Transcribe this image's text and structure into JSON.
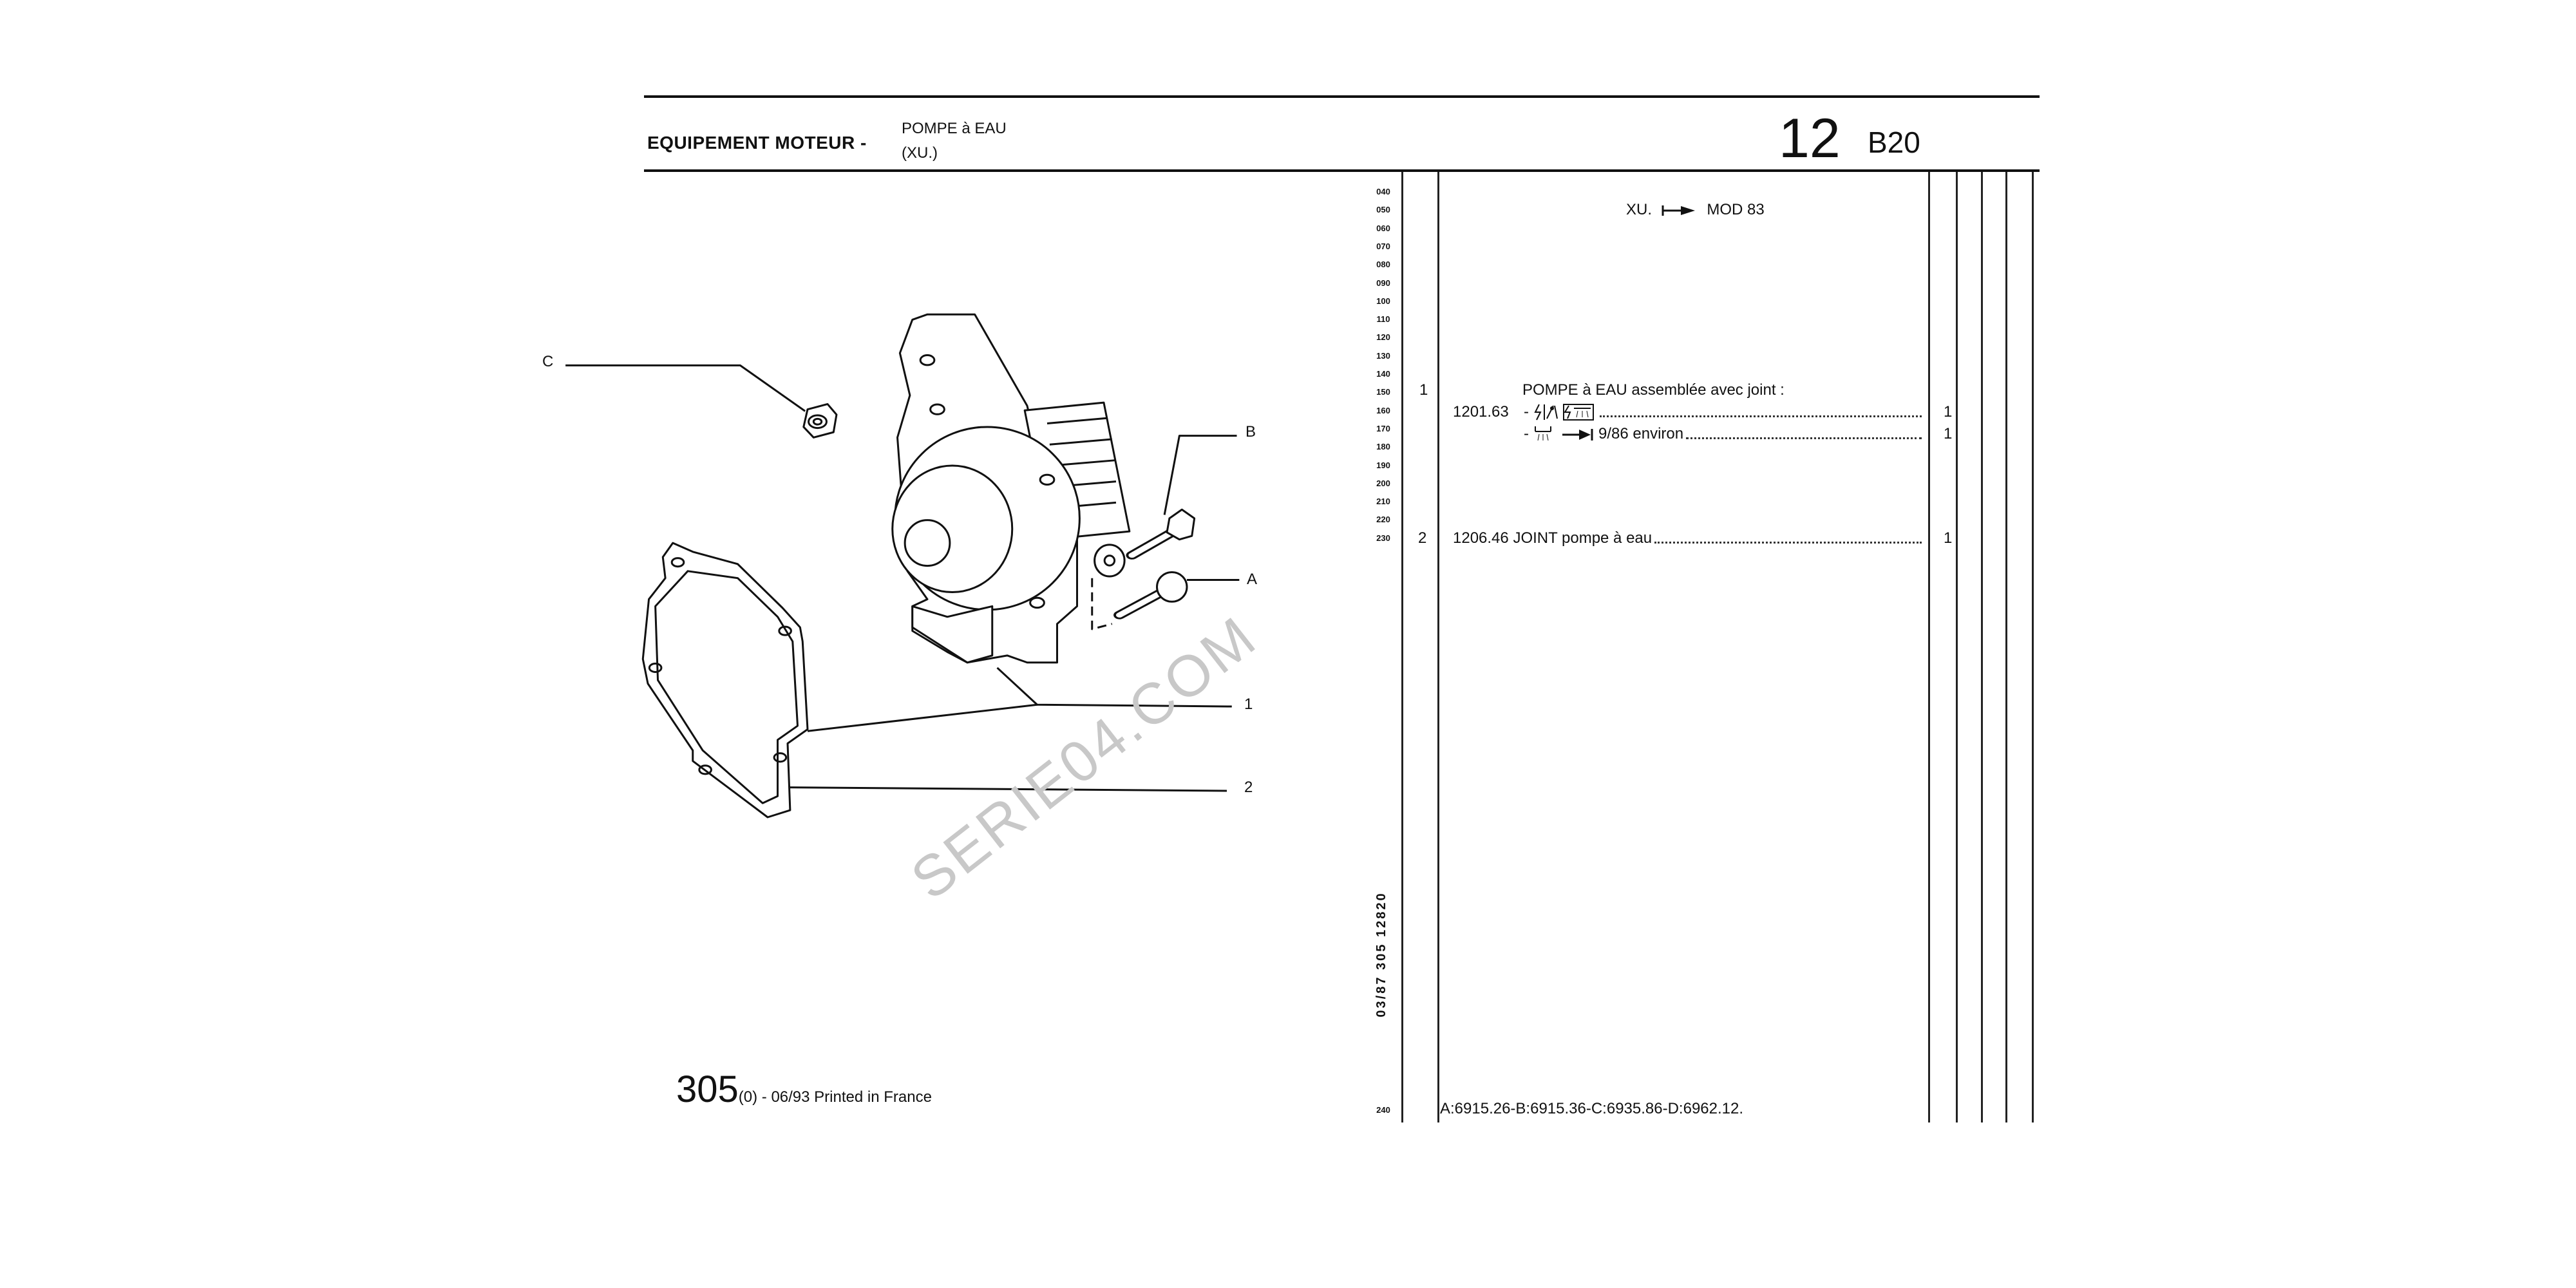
{
  "header": {
    "section": "EQUIPEMENT MOTEUR -",
    "subtitle_line1": "POMPE à EAU",
    "subtitle_line2": "(XU.)",
    "group_number": "12",
    "page_code": "B20"
  },
  "row_numbers": [
    "040",
    "050",
    "060",
    "070",
    "080",
    "090",
    "100",
    "110",
    "120",
    "130",
    "140",
    "150",
    "160",
    "170",
    "180",
    "190",
    "200",
    "210",
    "220",
    "230"
  ],
  "row_number_last": "240",
  "applicability": {
    "left": "XU.",
    "right": "MOD 83",
    "icon": "from-arrow-icon"
  },
  "items": [
    {
      "ref": "1",
      "title": "POMPE à EAU assemblée avec joint :",
      "part_number": "1201.63",
      "variants": [
        {
          "prefix": "-",
          "icons": [
            "lightning-icon",
            "bar-icon",
            "pencil-icon",
            "boxed-lightning-shower-icon"
          ],
          "text": "",
          "qty": "1"
        },
        {
          "prefix": "-",
          "icons": [
            "shower-icon",
            "until-arrow-icon"
          ],
          "text": "9/86 environ",
          "qty": "1"
        }
      ]
    },
    {
      "ref": "2",
      "part_number": "1206.46",
      "title": "JOINT pompe à eau",
      "qty": "1"
    }
  ],
  "hardware_refs": "A:6915.26-B:6915.36-C:6935.86-D:6962.12.",
  "side_code": "03/87  305  12820",
  "footer": {
    "model": "305",
    "suffix": "(0) - 06/93 Printed in France"
  },
  "watermark": "SERIE04.COM",
  "callouts": {
    "c": "C",
    "b": "B",
    "a": "A",
    "one": "1",
    "two": "2"
  }
}
